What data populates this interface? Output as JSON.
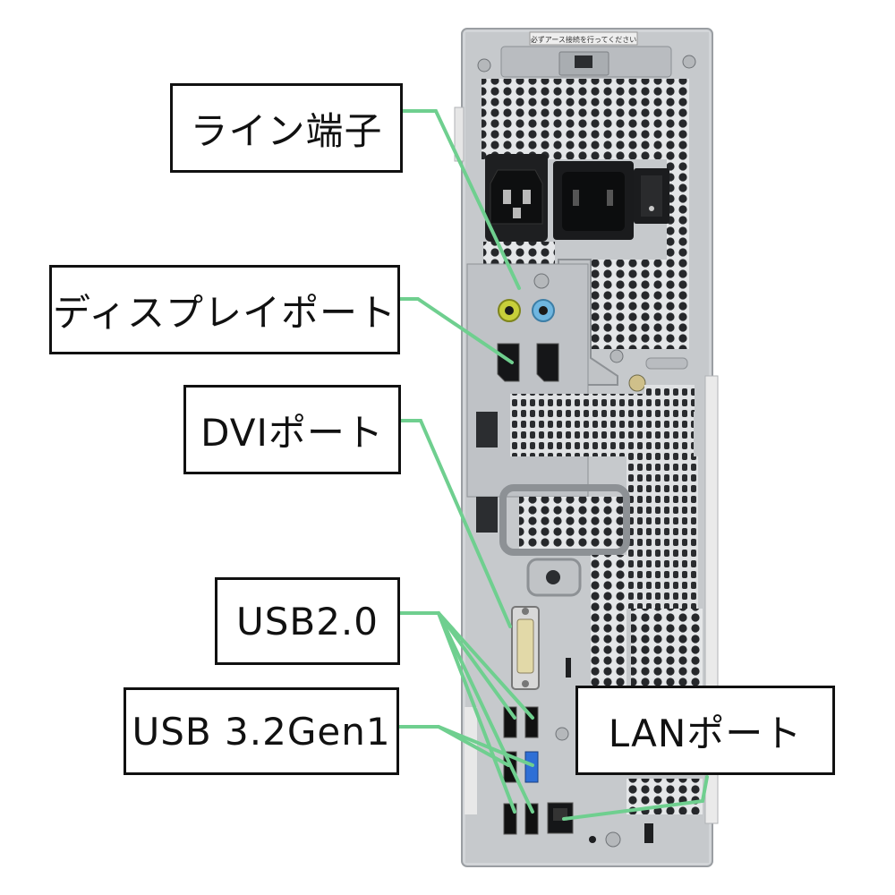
{
  "labels": {
    "line_in": "ライン端子",
    "displayport": "ディスプレイポート",
    "dvi": "DVIポート",
    "usb2": "USB2.0",
    "usb3": "USB 3.2Gen1",
    "lan": "LANポート"
  },
  "sticker_text": "必ずアース接続を行ってください",
  "colors": {
    "leader_line": "#6fcf8f",
    "label_border": "#111111",
    "chassis": "#c9cccf",
    "audio_green": "#c8cf3a",
    "audio_blue": "#6fb6e0",
    "usb3_blue": "#2e6fd6"
  }
}
